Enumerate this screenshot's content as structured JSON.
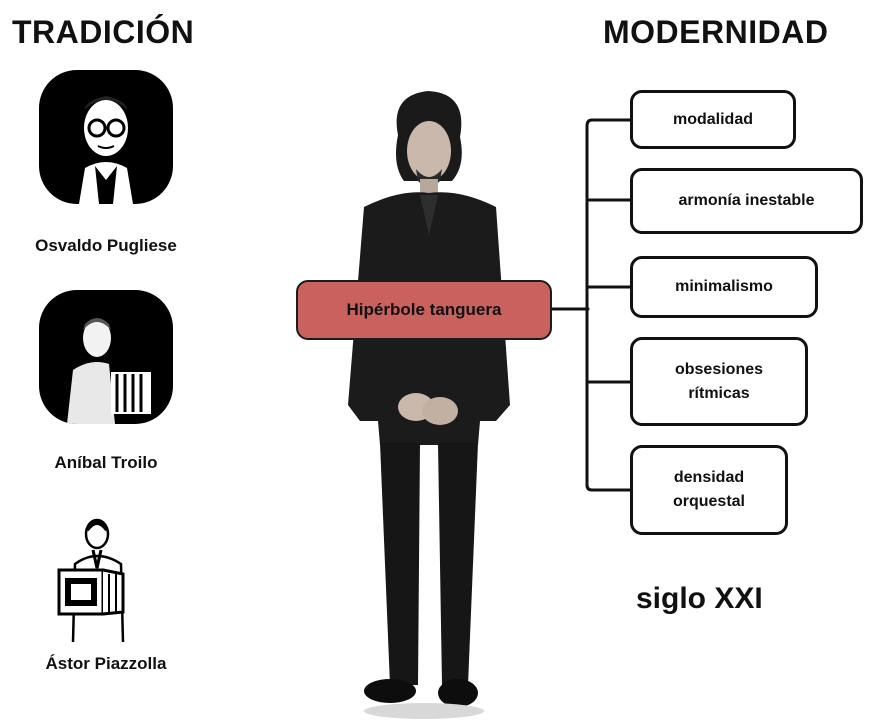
{
  "headings": {
    "left": "TRADICIÓN",
    "right": "MODERNIDAD"
  },
  "tradition": [
    {
      "name": "Osvaldo Pugliese"
    },
    {
      "name": "Aníbal Troilo"
    },
    {
      "name": "Ástor Piazzolla"
    }
  ],
  "central": {
    "label": "Hipérbole tanguera"
  },
  "modernity": [
    {
      "label": "modalidad"
    },
    {
      "label": "armonía inestable"
    },
    {
      "label": "minimalismo"
    },
    {
      "label": "obsesiones rítmicas"
    },
    {
      "label": "densidad orquestal"
    }
  ],
  "footer": "siglo XXI",
  "colors": {
    "central_fill": "#c9625f",
    "stroke": "#111111",
    "background": "#ffffff"
  }
}
